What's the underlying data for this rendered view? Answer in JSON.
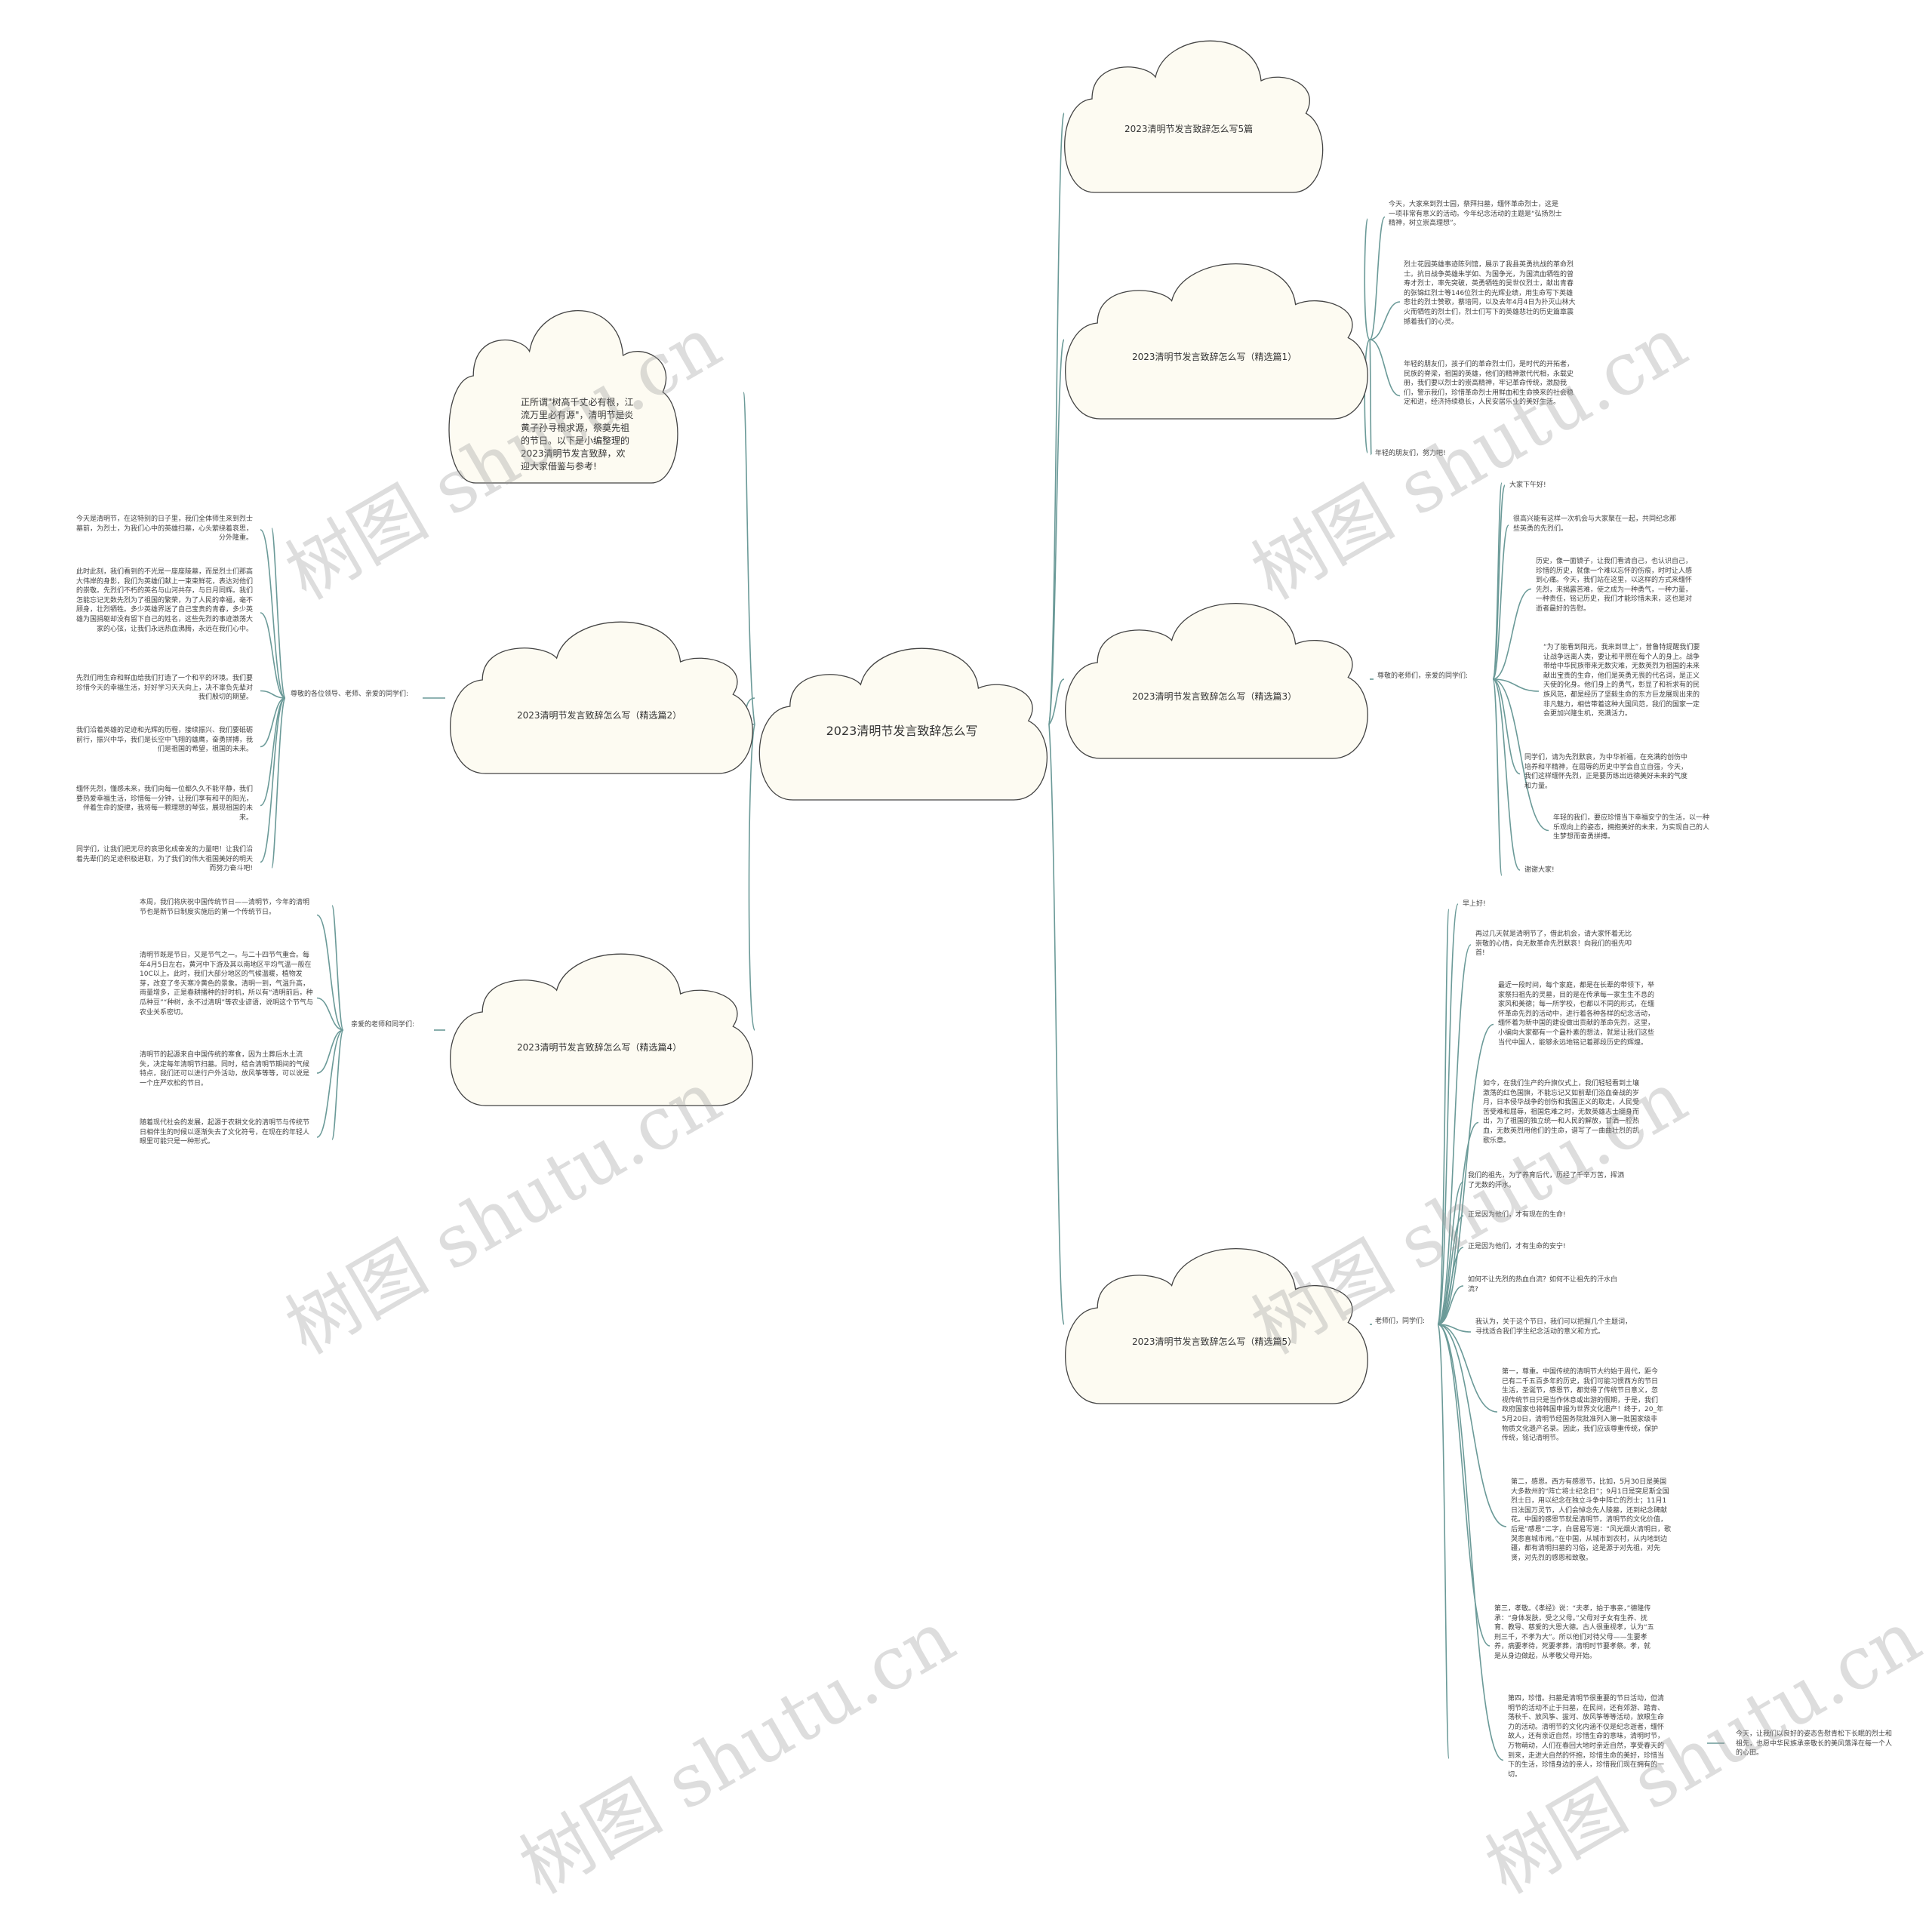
{
  "colors": {
    "cloud_fill": "#fdfbf2",
    "cloud_stroke": "#444444",
    "line": "#6b9a98"
  },
  "watermark": "树图 shutu.cn",
  "center": {
    "title": "2023清明节发言致辞怎么写"
  },
  "left": {
    "intro": {
      "text": "正所谓\"树高千丈必有根，江流万里必有源\"，清明节是炎黄子孙寻根求源，祭奠先祖的节日。以下是小编整理的2023清明节发言致辞，欢迎大家借鉴与参考!"
    },
    "p2": {
      "title": "2023清明节发言致辞怎么写（精选篇2）",
      "connector": "尊敬的各位领导、老师、亲爱的同学们:",
      "leaves": [
        "今天是清明节，在这特别的日子里，我们全体师生来到烈士墓前，为烈士，为我们心中的英雄扫墓，心头萦绕着哀思，分外隆重。",
        "此时此刻，我们看到的不光是一座座陵墓，而是烈士们那高大伟岸的身影，我们为英雄们献上一束束鲜花，表达对他们的崇敬。先烈们不朽的英名与山河共存，与日月同辉。我们怎能忘记无数先烈为了祖国的繁荣，为了人民的幸福，毫不顾身，壮烈牺牲。多少英雄界送了自己宝贵的青春，多少英雄为国捐躯却没有留下自己的姓名，这些先烈的事迹激荡大家的心弦，让我们永远热血沸腾，永远在我们心中。",
        "先烈们用生命和鲜血给我们打造了一个和平的环境。我们要珍惜今天的幸福生活，好好学习天天向上，决不辜负先辈对我们殷切的期望。",
        "我们沿着英雄的足迹和光辉的历程，接续振兴、我们要砥砺前行，振兴中华，我们是长空中飞翔的雄鹰，奋勇拼搏，我们是祖国的希望，祖国的未来。",
        "缅怀先烈，懂感未来，我们向每一位都久久不能平静，我们要热爱幸福生活，珍惜每一分钟，让我们享有和平的阳光，伴着生命的旋律，我将每一颗理想的琴弦，展现祖国的未来。",
        "同学们，让我们把无尽的哀思化成奋发的力量吧！让我们沿着先辈们的足迹积极进取，为了我们的伟大祖国美好的明天而努力奋斗吧!"
      ]
    },
    "p4": {
      "title": "2023清明节发言致辞怎么写（精选篇4）",
      "connector": "亲爱的老师和同学们:",
      "leaves": [
        "本周，我们将庆祝中国传统节日——清明节，今年的清明节也是新节日制度实施后的第一个传统节日。",
        "清明节既是节日，又是节气之一。与二十四节气重合。每年4月5日左右，黄河中下游及其以南地区平均气温一般在10C以上。此时，我们大部分地区的气候温暖，植物发芽，改变了冬天寒冷黄色的景象。清明一到，气温升高，雨量增多，正是春耕播种的好时机，所以有“清明前后，种瓜种豆”“种树，永不过清明”等农业谚语，说明这个节气与农业关系密切。",
        "清明节的起源来自中国传统的寒食，因为土葬后水土流失，决定每年清明节扫墓。同时，结合清明节期间的气候特点，我们还可以进行户外活动，放风筝等等，可以说是一个庄严欢松的节日。",
        "随着现代社会的发展，起源于农耕文化的清明节与传统节日相伴生的时候以逐渐失去了文化符号，在现在的年轻人眼里可能只是一种形式。"
      ]
    }
  },
  "right": {
    "p5title": {
      "title": "2023清明节发言致辞怎么写5篇"
    },
    "p1": {
      "title": "2023清明节发言致辞怎么写（精选篇1）",
      "leaves": [
        "今天，大家来到烈士园，祭拜扫墓，缅怀革命烈士，这是一项非常有意义的活动。今年纪念活动的主题是“弘扬烈士精神，树立崇高理想”。",
        "烈士花园英雄事迹陈列馆，展示了我县英勇抗战的革命烈士。抗日战争英雄朱学如、为国争光，为国流血牺牲的曾寿才烈士，率先突破，英勇牺牲的吴世仪烈士，献出青春的张锦红烈士等146位烈士的光辉业绩，用生命写下英雄悲壮的烈士赞歌，蔡培同，以及去年4月4日为扑灭山林大火而牺牲的烈士们，烈士们写下的英雄悲壮的历史篇章震撼着我们的心灵。",
        "年轻的朋友们，孩子们的革命烈士们，是时代的开拓者，民族的脊梁，祖国的英雄，他们的精神激代代相，永载史册，我们要以烈士的崇高精神，牢记革命传统，激励我们，警示我们，珍惜革命烈士用鲜血和生命换来的社会稳定和进，经济持续稳长，人民安居乐业的美好生活。",
        "年轻的朋友们，努力吧!"
      ]
    },
    "p3": {
      "title": "2023清明节发言致辞怎么写（精选篇3）",
      "connector": "尊敬的老师们，亲爱的同学们:",
      "leaves": [
        "大家下午好!",
        "很高兴能有这样一次机会与大家聚在一起，共同纪念那些英勇的先烈们。",
        "历史，像一面镜子，让我们看清自己，也认识自己，珍惜的历史，就像一个难以忘怀的伤痕，时时让人感到心痛。今天，我们站在这里，以这样的方式来缅怀先烈，来揭露苦难，使之成为一种勇气，一种力量，一种责任，铭记历史，我们才能珍惜未来，这也是对逝者最好的告慰。",
        "“为了能看到阳光，我来到世上”，昔鲁特提醒我们要让战争远离人类，要让和平照在每个人的身上。战争带给中华民族带来无数灾难，无数英烈为祖国的未来献出宝贵的生命，他们是英勇无畏的代名词，是正义天使的化身。他们身上的勇气，彰显了和祈求有的民族风范，都是经历了坚毅生命的东方巨龙展现出来的非凡魅力，相信带着这种大国风范，我们的国家一定会更加兴隆生机，充满活力。",
        "同学们，请为先烈默哀，为中华祈福，在充满的创伤中培养和平精神，在屈辱的历史中学会自立自强，今天，我们这样缅怀先烈，正是要历练出远德美好未来的气度和力量。",
        "年轻的我们，要应珍惜当下幸福安宁的生活，以一种乐观向上的姿态，拥抱美好的未来，为实现自己的人生梦想而奋勇拼搏。",
        "谢谢大家!"
      ]
    },
    "p5": {
      "title": "2023清明节发言致辞怎么写（精选篇5）",
      "connector": "老师们，同学们:",
      "leaves": [
        "早上好!",
        "再过几天就是清明节了，借此机会，请大家怀着无比崇敬的心情，向无数革命先烈默哀！向我们的祖先叩首!",
        "最近一段时间，每个家庭，都是在长辈的带领下，举家祭扫祖先的灵墓，目的是在传承每一家生生不息的家风和美德；每一所学校，也都以不同的形式，在缅怀革命先烈的活动中，进行着各种各样的纪念活动，缅怀着为新中国的建设做出贡献的革命先烈，这里，小编向大家都有一个最朴素的想法，就是让我们这些当代中国人，能够永远地铭记着那段历史的辉煌。",
        "如今，在我们生产的升旗仪式上，我们轻轻看到土壤激荡的红色国旗，不能忘记又如前辈们浴血奋战的岁月，日本侵华战争的创伤和我国正义的取走，人民受苦受难和屈辱，祖国危难之时，无数英雄志士挺身而出，为了祖国的独立统一和人民的解放，甘洒一腔热血，无数英烈用他们的生命，谱写了一曲曲壮烈的凯歌乐章。",
        "我们的祖先，为了养育后代，历经了千辛万苦，挥洒了无数的汗水。",
        "正是因为他们，才有现在的生命!",
        "正是因为他们，才有生命的安宁!",
        "如何不让先烈的热血白流？如何不让祖先的汗水白流?",
        "我认为，关于这个节日，我们可以把握几个主题词，寻找适合我们学生纪念活动的意义和方式。",
        "第一，尊重。中国传统的清明节大约始于周代，距今已有二千五百多年的历史，我们可能习惯西方的节日生活，圣诞节，感恩节，都觉得了传统节日意义，忽视传统节日只是当作休息或出游的假期，于是，我们政府国家也将韩国申报为世界文化遗产！终于，20_年5月20日，清明节经国务院批准列入第一批国家级非物质文化遗产名录。因此，我们应该尊重传统，保护传统，铭记清明节。",
        "第二，感恩。西方有感恩节，比如，5月30日是美国大多数州的“阵亡将士纪念日”；9月1日是突尼斯全国烈士日，用以纪念在独立斗争中阵亡的烈士；11月1日法国万灵节，人们会悼念先人陵墓，还到纪念碑献花。中国的感恩节就是清明节，清明节的文化价值，后是”感恩”二字，白居易写道：“风光烟火清明日，歌哭悲喜城市闹。”在中国，从城市到农村，从内地到边疆，都有清明扫墓的习俗，这是源于对先祖，对先贤，对先烈的感恩和致敬。",
        "第三，孝敬。《孝经》说：“夫孝，始于事亲，”德隆传承：“身体发肤，受之父母。”父母对子女有生养、抚育、教导、慈爱的大恩大德。古人很重视孝，认为“五刑三千，不孝为大”。所以他们对待父母——生要孝养，病要孝待，死要孝葬，清明时节要孝祭。孝，就是从身边做起，从孝敬父母开始。",
        "第四，珍惜。扫墓是清明节很重要的节日活动，但清明节的活动不止于扫墓，在民间，还有郊游、踏青、荡秋千、放风筝、拔河、放风筝等等活动，放眼生命力的活动。清明节的文化内涵不仅是纪念逝者，缅怀故人，还有亲近自然，珍惜生命的意味，清明时节，万物萌动，人们在春回大地时亲近自然，享受春天的到来，走进大自然的怀抱，珍惜生命的美好，珍惜当下的生活，珍惜身边的亲人，珍惜我们现在拥有的一切。"
      ],
      "sub": "今天，让我们以良好的姿态告慰青松下长眠的烈士和祖先，也愿中华民族承亲敬长的美风落泽在每一个人的心田。"
    }
  }
}
